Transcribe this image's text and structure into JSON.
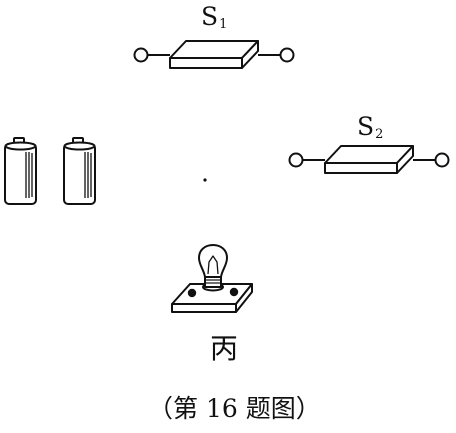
{
  "labels": {
    "switch1": {
      "letter": "S",
      "sub": "1"
    },
    "switch2": {
      "letter": "S",
      "sub": "2"
    },
    "panel": "丙",
    "caption": "（第 16 题图）"
  },
  "icons": [
    "switch-icon",
    "battery-icon",
    "bulb-icon"
  ],
  "colors": {
    "ink": "#111111",
    "paper": "#ffffff"
  }
}
